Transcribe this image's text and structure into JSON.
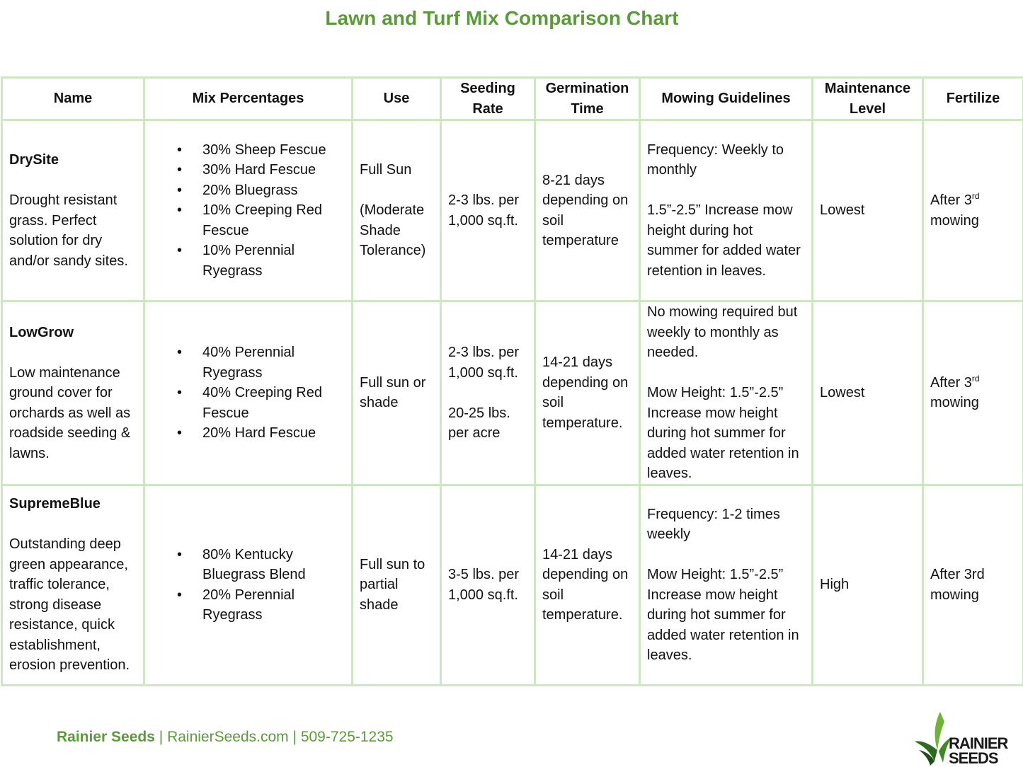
{
  "title": "Lawn and Turf Mix Comparison Chart",
  "headers": {
    "name": "Name",
    "mix": "Mix Percentages",
    "use": "Use",
    "seeding_line1": "Seeding",
    "seeding_line2": "Rate",
    "germ_line1": "Germination",
    "germ_line2": "Time",
    "mowing": "Mowing Guidelines",
    "maint_line1": "Maintenance",
    "maint_line2": "Level",
    "fertilize": "Fertilize"
  },
  "rows": [
    {
      "name": "DrySite",
      "description": "Drought resistant grass. Perfect solution for dry and/or sandy sites.",
      "mix": [
        "30% Sheep Fescue",
        "30% Hard Fescue",
        "20% Bluegrass",
        "10% Creeping Red Fescue",
        "10% Perennial Ryegrass"
      ],
      "use_line1": "Full Sun",
      "use_line2": "(Moderate Shade Tolerance)",
      "seeding_rate": "2-3 lbs. per 1,000 sq.ft.",
      "germination": "8-21 days depending on soil temperature",
      "mowing_line1": "Frequency: Weekly to monthly",
      "mowing_line2": "1.5”-2.5” Increase mow height during hot summer for added water retention in leaves.",
      "maintenance": "Lowest",
      "fertilize_pre": "After 3",
      "fertilize_sup": "rd",
      "fertilize_post": "mowing"
    },
    {
      "name": "LowGrow",
      "description": "Low maintenance ground cover for orchards as well as roadside seeding & lawns.",
      "mix": [
        "40% Perennial Ryegrass",
        "40% Creeping Red Fescue",
        "20% Hard Fescue"
      ],
      "use_line1": "Full sun or shade",
      "seeding_line1": "2-3 lbs. per 1,000 sq.ft.",
      "seeding_line2": "20-25 lbs. per acre",
      "germination": "14-21 days depending on soil temperature.",
      "mowing_line1": "No mowing required but weekly to monthly as needed.",
      "mowing_line2": "Mow Height: 1.5”-2.5” Increase mow height during hot summer for added water retention in leaves.",
      "maintenance": "Lowest",
      "fertilize_pre": "After 3",
      "fertilize_sup": "rd",
      "fertilize_post": "mowing"
    },
    {
      "name": "SupremeBlue",
      "description": "Outstanding deep green appearance, traffic tolerance, strong disease resistance, quick establishment, erosion prevention.",
      "mix": [
        "80% Kentucky Bluegrass Blend",
        "20% Perennial Ryegrass"
      ],
      "use_line1": "Full sun to partial shade",
      "seeding_rate": "3-5 lbs. per 1,000 sq.ft.",
      "germination": "14-21 days depending on soil temperature.",
      "mowing_line1": "Frequency: 1-2 times weekly",
      "mowing_line2": "Mow Height: 1.5”-2.5” Increase mow height during hot summer for added water retention in leaves.",
      "maintenance": "High",
      "fertilize": "After 3rd mowing"
    }
  ],
  "footer": {
    "brand": "Rainier Seeds",
    "separator1": "|",
    "website": "RainierSeeds.com",
    "separator2": "|",
    "phone": "509-725-1235"
  },
  "logo": {
    "line1": "RAINIER",
    "line2": "SEEDS"
  },
  "colors": {
    "accent_green": "#5b9a3a",
    "border_green": "#cfe6c2"
  }
}
